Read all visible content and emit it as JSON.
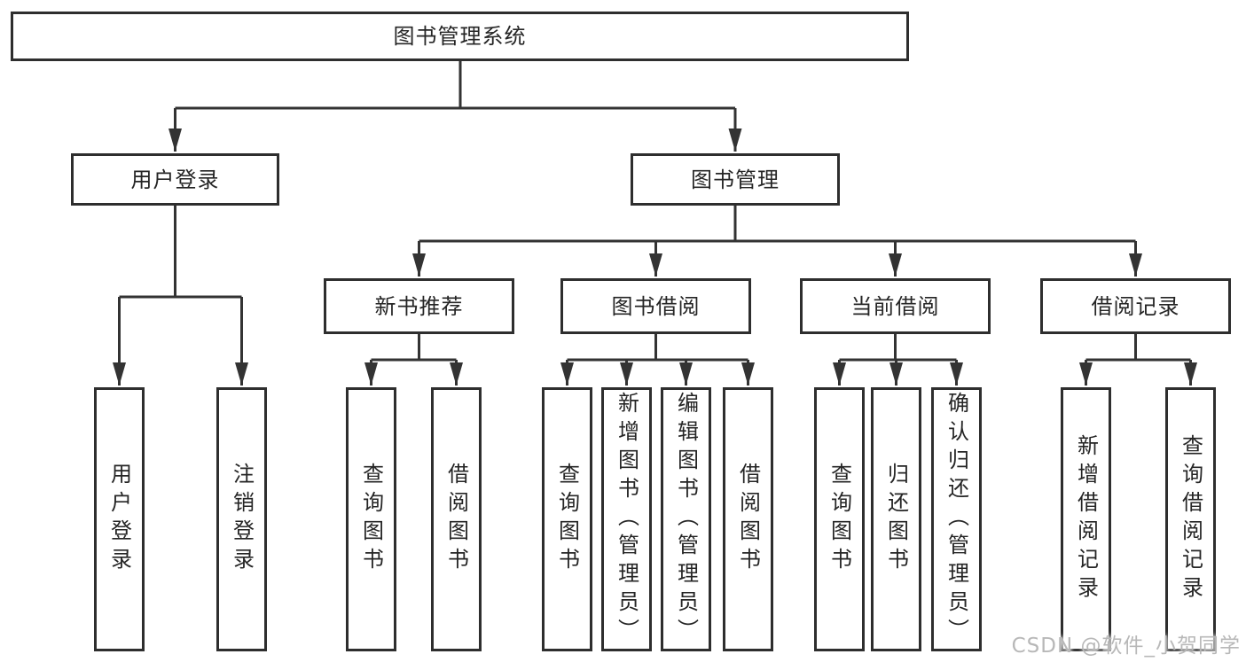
{
  "tree": {
    "root": {
      "label": "图书管理系统",
      "children": [
        {
          "label": "用户登录",
          "children": [
            {
              "label": "用户登录"
            },
            {
              "label": "注销登录"
            }
          ]
        },
        {
          "label": "图书管理",
          "children": [
            {
              "label": "新书推荐",
              "children": [
                {
                  "label": "查询图书"
                },
                {
                  "label": "借阅图书"
                }
              ]
            },
            {
              "label": "图书借阅",
              "children": [
                {
                  "label": "查询图书"
                },
                {
                  "label": "新增图书（管理员）"
                },
                {
                  "label": "编辑图书（管理员）"
                },
                {
                  "label": "借阅图书"
                }
              ]
            },
            {
              "label": "当前借阅",
              "children": [
                {
                  "label": "查询图书"
                },
                {
                  "label": "归还图书"
                },
                {
                  "label": "确认归还（管理员）"
                }
              ]
            },
            {
              "label": "借阅记录",
              "children": [
                {
                  "label": "新增借阅记录"
                },
                {
                  "label": "查询借阅记录"
                }
              ]
            }
          ]
        }
      ]
    }
  },
  "watermark": {
    "text": "CSDN @软件_小贺同学"
  },
  "colors": {
    "line": "#333333",
    "box_border": "#2e2e2e",
    "box_fill": "#ffffff",
    "text": "#252525",
    "watermark": "#b8b8b8",
    "background": "#ffffff"
  }
}
